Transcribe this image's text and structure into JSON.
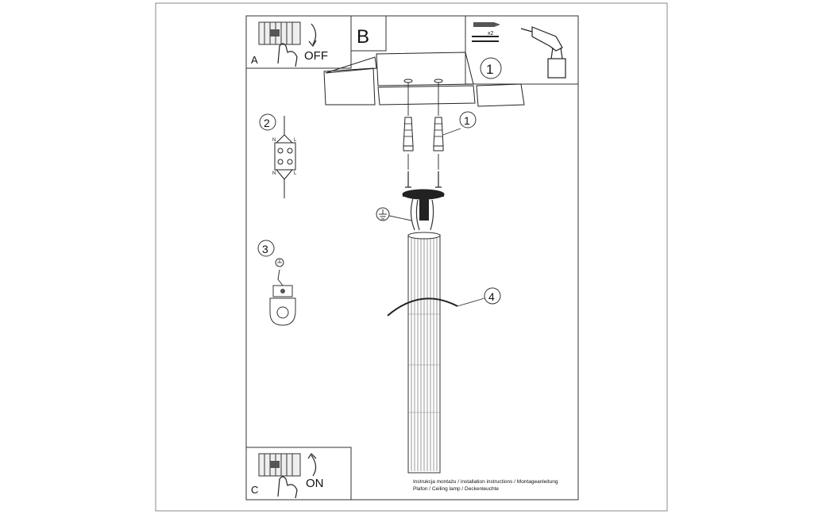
{
  "panels": {
    "a": {
      "letter": "A",
      "state": "OFF"
    },
    "b": {
      "letter": "B"
    },
    "c": {
      "letter": "C",
      "state": "ON"
    }
  },
  "tools_box": {
    "quantity": "x2",
    "step": "1"
  },
  "callouts": {
    "wiring": "2",
    "earth": "3",
    "plugs": "1",
    "clip": "4"
  },
  "wiring_labels": {
    "n": "N",
    "l": "L"
  },
  "footer": {
    "line1": "Instrukcja montażu / installation instructions / Montageanleitung",
    "line2": "Plafon / Ceiling lamp / Deckenleuchte"
  }
}
